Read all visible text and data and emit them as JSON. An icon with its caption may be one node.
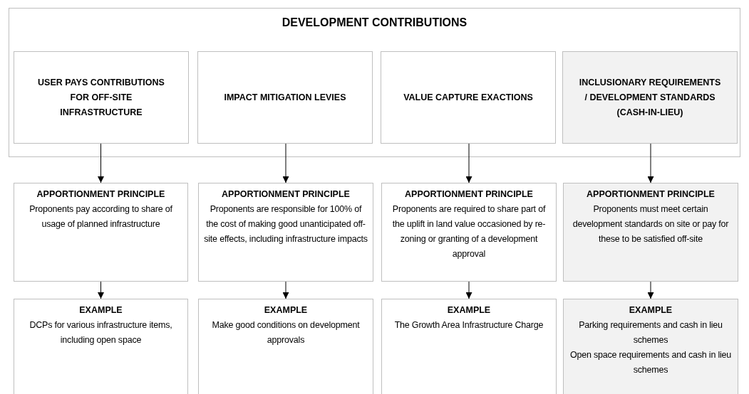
{
  "diagram": {
    "nodes": [
      {
        "text": [
          "DEVELOPMENT CONTRIBUTIONS"
        ]
      },
      {
        "text": [
          "USER PAYS CONTRIBUTIONS FOR OFF-SITE INFRASTRUCTURE"
        ],
        "in": 0
      },
      {
        "text": [
          "IMPACT MITIGATION LEVIES"
        ],
        "in": 0
      },
      {
        "text": [
          "VALUE CAPTURE EXACTIONS"
        ],
        "in": 0
      },
      {
        "text": [
          "INCLUSIONARY REQUIREMENTS / DEVELOPMENT STANDARDS (CASH-IN-LIEU)"
        ],
        "in": 0
      },
      {
        "text": [
          "APPORTIONMENT PRINCIPLE",
          "Proponents pay according to share of usage of planned infrastructure"
        ]
      },
      {
        "text": [
          "APPORTIONMENT PRINCIPLE",
          "Proponents are responsible for 100% of the cost of making good unanticipated off-site effects, including infrastructure impacts"
        ]
      },
      {
        "text": [
          "APPORTIONMENT PRINCIPLE",
          "Proponents are required to share part of the uplift in land value occasioned by re-zoning or granting of a development approval"
        ]
      },
      {
        "text": [
          "APPORTIONMENT PRINCIPLE",
          "Proponents must meet certain development standards on site or pay for these to be satisfied off-site"
        ]
      },
      {
        "text": [
          "EXAMPLE",
          "DCPs for various infrastructure items, including open space"
        ]
      },
      {
        "text": [
          "EXAMPLE",
          "Make good conditions on development approvals"
        ]
      },
      {
        "text": [
          "EXAMPLE",
          "The Growth Area Infrastructure Charge"
        ]
      },
      {
        "text": [
          "EXAMPLE",
          "Parking requirements and cash in lieu schemes",
          "Open space requirements and cash in lieu schemes"
        ]
      }
    ],
    "edges": [
      {
        "from": 1,
        "to": 5,
        "arrow": "to"
      },
      {
        "from": 2,
        "to": 6,
        "arrow": "to"
      },
      {
        "from": 3,
        "to": 7,
        "arrow": "to"
      },
      {
        "from": 4,
        "to": 8,
        "arrow": "to"
      },
      {
        "from": 5,
        "to": 9,
        "arrow": "to"
      },
      {
        "from": 6,
        "to": 10,
        "arrow": "to"
      },
      {
        "from": 7,
        "to": 11,
        "arrow": "to"
      },
      {
        "from": 8,
        "to": 12,
        "arrow": "to"
      }
    ]
  }
}
